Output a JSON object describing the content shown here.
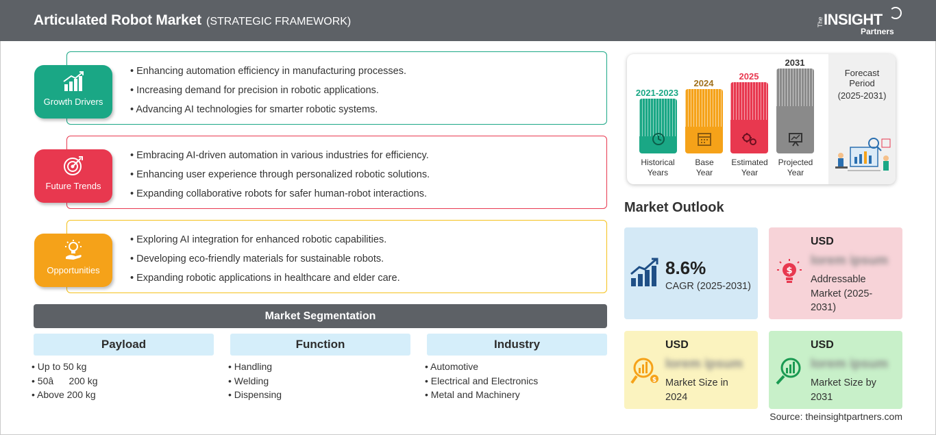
{
  "header": {
    "title": "Articulated Robot Market",
    "subtitle": "(STRATEGIC FRAMEWORK)",
    "logo": {
      "the": "The",
      "insight": "INSIGHT",
      "partners": "Partners"
    }
  },
  "framework": [
    {
      "label": "Growth Drivers",
      "color": "#1aa785",
      "icon": "growth-chart-icon",
      "items": [
        "Enhancing automation efficiency in manufacturing processes.",
        "Increasing demand for precision in robotic applications.",
        "Advancing AI technologies for smarter robotic systems."
      ]
    },
    {
      "label": "Future Trends",
      "color": "#e8384f",
      "icon": "target-icon",
      "items": [
        "Embracing AI-driven automation in various industries for efficiency.",
        "Enhancing user experience through personalized robotic solutions.",
        "Expanding collaborative robots for safer human-robot interactions."
      ]
    },
    {
      "label": "Opportunities",
      "color": "#f5a219",
      "icon": "lightbulb-hand-icon",
      "items": [
        "Exploring AI integration for enhanced robotic capabilities.",
        "Developing eco-friendly materials for sustainable robots.",
        "Expanding robotic applications in healthcare and elder care."
      ]
    }
  ],
  "segmentation": {
    "title": "Market Segmentation",
    "columns": [
      {
        "head": "Payload",
        "items": [
          "Up to 50 kg",
          "50â200 kg",
          "Above 200 kg"
        ]
      },
      {
        "head": "Function",
        "items": [
          "Handling",
          "Welding",
          "Dispensing"
        ]
      },
      {
        "head": "Industry",
        "items": [
          "Automotive",
          "Electrical and Electronics",
          "Metal and Machinery"
        ]
      }
    ]
  },
  "timeline": {
    "bars": [
      {
        "year": "2021-2023",
        "label1": "Historical",
        "label2": "Years",
        "color": "#1aa785",
        "icon": "history-icon"
      },
      {
        "year": "2024",
        "label1": "Base",
        "label2": "Year",
        "color": "#f5a219",
        "year_color": "#a0701c",
        "icon": "calendar-icon"
      },
      {
        "year": "2025",
        "label1": "Estimated",
        "label2": "Year",
        "color": "#e8384f",
        "icon": "gears-icon"
      },
      {
        "year": "2031",
        "label1": "Projected",
        "label2": "Year",
        "color": "#8a8a8a",
        "year_color": "#333333",
        "icon": "presentation-icon"
      }
    ],
    "forecast": {
      "title_line1": "Forecast",
      "title_line2": "Period",
      "range": "(2025-2031)"
    }
  },
  "outlook": {
    "title": "Market Outlook",
    "cagr": {
      "value": "8.6%",
      "label": "CAGR (2025-2031)",
      "color": "#d4e9f6",
      "icon": "bar-growth-icon"
    },
    "addressable": {
      "currency": "USD",
      "value": "lorem ipsum",
      "label_line1": "Addressable",
      "label_line2": "Market (2025-",
      "label_line3": "2031)",
      "color": "#f7d3d8",
      "icon": "dollar-bulb-icon"
    },
    "size2024": {
      "currency": "USD",
      "value": "lorem ipsum",
      "label_line1": "Market Size in",
      "label_line2": "2024",
      "color": "#fbf3bf",
      "icon": "coin-chart-icon"
    },
    "size2031": {
      "currency": "USD",
      "value": "lorem ipsum",
      "label_line1": "Market Size by",
      "label_line2": "2031",
      "color": "#c8f0c9",
      "icon": "magnifier-chart-icon"
    }
  },
  "source": "Source: theinsightpartners.com"
}
